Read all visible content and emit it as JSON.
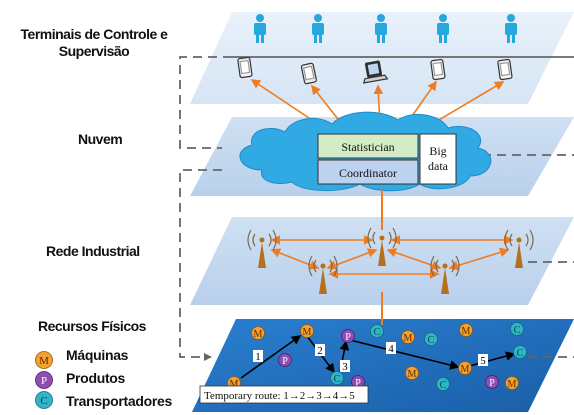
{
  "layers": {
    "terminals": {
      "label_line1": "Terminais de Controle e",
      "label_line2": "Supervisão"
    },
    "cloud": {
      "label": "Nuvem"
    },
    "network": {
      "label": "Rede Industrial"
    },
    "resources": {
      "label": "Recursos Físicos"
    }
  },
  "cloud_boxes": {
    "statistician": "Statistician",
    "coordinator": "Coordinator",
    "big_data_line1": "Big",
    "big_data_line2": "data"
  },
  "legend": {
    "machines": {
      "symbol": "M",
      "label": "Máquinas"
    },
    "products": {
      "symbol": "P",
      "label": "Produtos"
    },
    "transporters": {
      "symbol": "C",
      "label": "Transportadores"
    }
  },
  "route": {
    "caption": "Temporary route: 1→2→3→4→5",
    "steps": [
      "1",
      "2",
      "3",
      "4",
      "5"
    ]
  },
  "colors": {
    "plane_top": "#dfeaf6",
    "plane_mid": "#c4d7ee",
    "plane_bottom": "#1f6fc2",
    "person": "#26a7de",
    "link_orange": "#f07c22",
    "machine": "#f5a030",
    "product": "#8f4db1",
    "transporter": "#2fb5c7",
    "tower": "#b5701c"
  }
}
